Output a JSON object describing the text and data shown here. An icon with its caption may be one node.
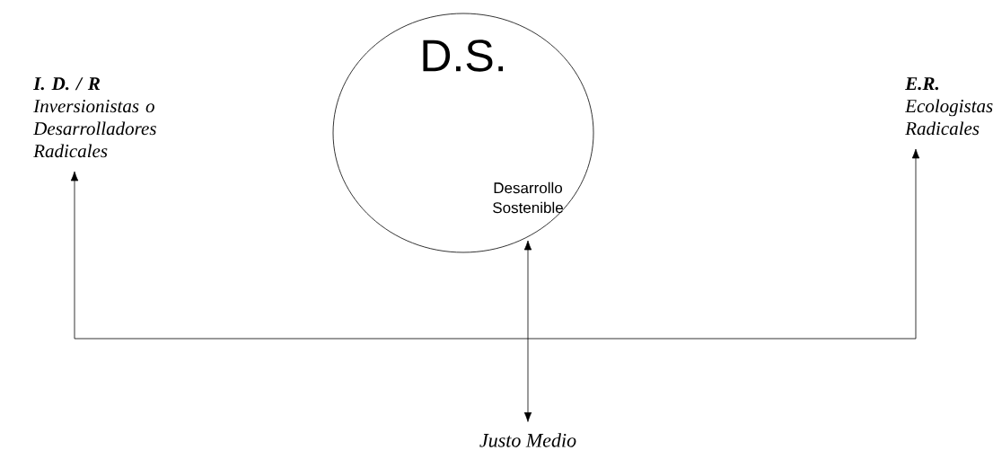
{
  "diagram": {
    "nodes": [
      {
        "text": [
          "I. D. / R",
          "Inversionistas o Desarrolladores Radicales"
        ]
      },
      {
        "text": [
          "D.S.",
          "Desarrollo Sostenible"
        ]
      },
      {
        "text": [
          "E.R.",
          "Ecologistas Radicales"
        ]
      },
      {
        "text": [
          "Justo Medio"
        ]
      }
    ],
    "edges": [
      {
        "from": null,
        "to": 0,
        "arrow": "to"
      },
      {
        "from": null,
        "to": 2,
        "arrow": "to"
      },
      {
        "from": 3,
        "to": 1,
        "arrow": "both"
      }
    ]
  }
}
